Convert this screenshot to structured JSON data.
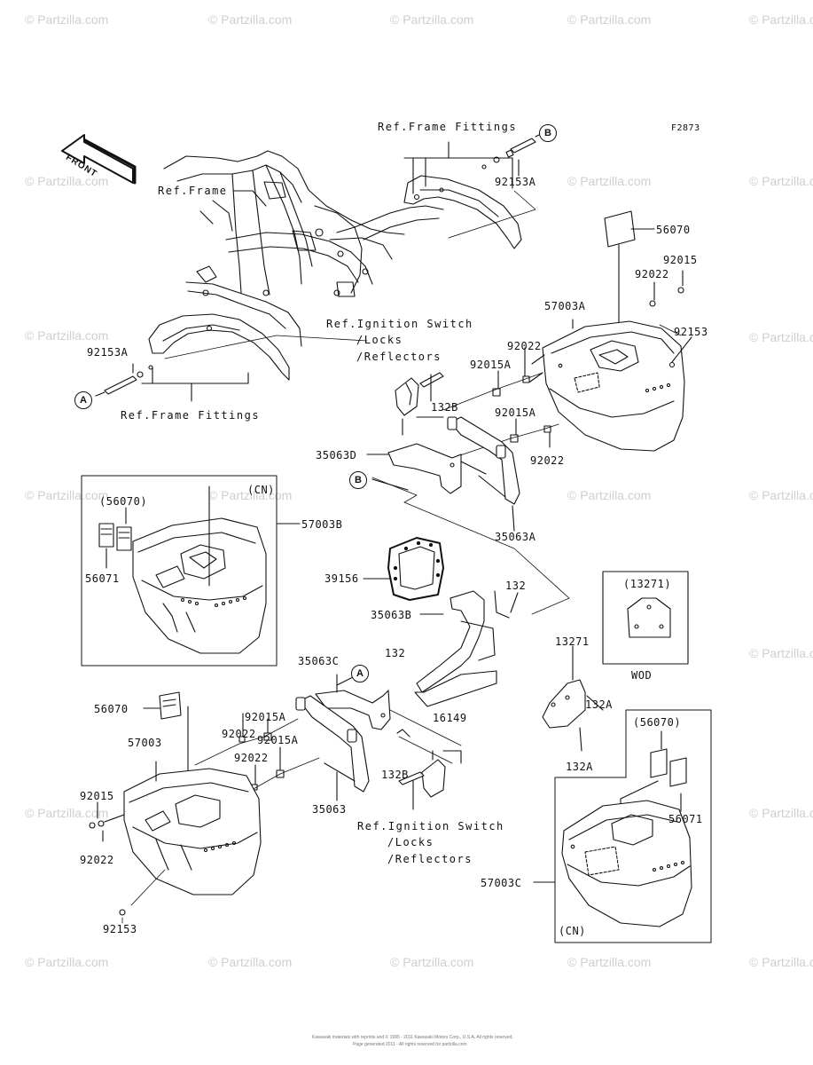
{
  "figure_id": "F2873",
  "front_label": "FRONT",
  "watermark": "© Partzilla.com",
  "footer_copyright": "Kawasaki materials with reprints and © 1995 - 2011 Kawasaki Motors Corp., U.S.A. All rights reserved.",
  "footer_sub": "Page generated 2011 - All rights reserved for partzilla.com",
  "callouts": {
    "a": "A",
    "b": "B"
  },
  "refs": {
    "frame_fittings_top": "Ref.Frame Fittings",
    "frame": "Ref.Frame",
    "frame_fittings_bottom": "Ref.Frame Fittings",
    "ignition_top_1": "Ref.Ignition Switch",
    "ignition_top_2": "/Locks",
    "ignition_top_3": "/Reflectors",
    "ignition_bot_1": "Ref.Ignition Switch",
    "ignition_bot_2": "/Locks",
    "ignition_bot_3": "/Reflectors"
  },
  "parts": {
    "p92153A_top": "92153A",
    "p92153A_left": "92153A",
    "p56070_top": "56070",
    "p92015_top": "92015",
    "p92022_top": "92022",
    "p57003A": "57003A",
    "p92153_right": "92153",
    "p92022_mid": "92022",
    "p92015A_mid": "92015A",
    "p132B_top": "132B",
    "p92015A_mid2": "92015A",
    "p35063D": "35063D",
    "p92022_mid2": "92022",
    "p35063A": "35063A",
    "cn_top": "(CN)",
    "p56070_paren": "(56070)",
    "p56071_left": "56071",
    "p57003B": "57003B",
    "p39156": "39156",
    "p132_top": "132",
    "p35063B": "35063B",
    "p13271_box": "(13271)",
    "wod": "WOD",
    "p13271": "13271",
    "p35063C": "35063C",
    "p132_mid": "132",
    "p132A_1": "132A",
    "p16149": "16149",
    "p92015A_l1": "92015A",
    "p56070_left": "56070",
    "p92022_l1": "92022",
    "p92015A_l2": "92015A",
    "p57003": "57003",
    "p92022_l2": "92022",
    "p132A_2": "132A",
    "p132B_bot": "132B",
    "p92015_left": "92015",
    "p35063": "35063",
    "p92022_left": "92022",
    "p56070_paren_r": "(56070)",
    "p56071_right": "56071",
    "p57003C": "57003C",
    "cn_bottom": "(CN)",
    "p92153_bottom": "92153"
  }
}
